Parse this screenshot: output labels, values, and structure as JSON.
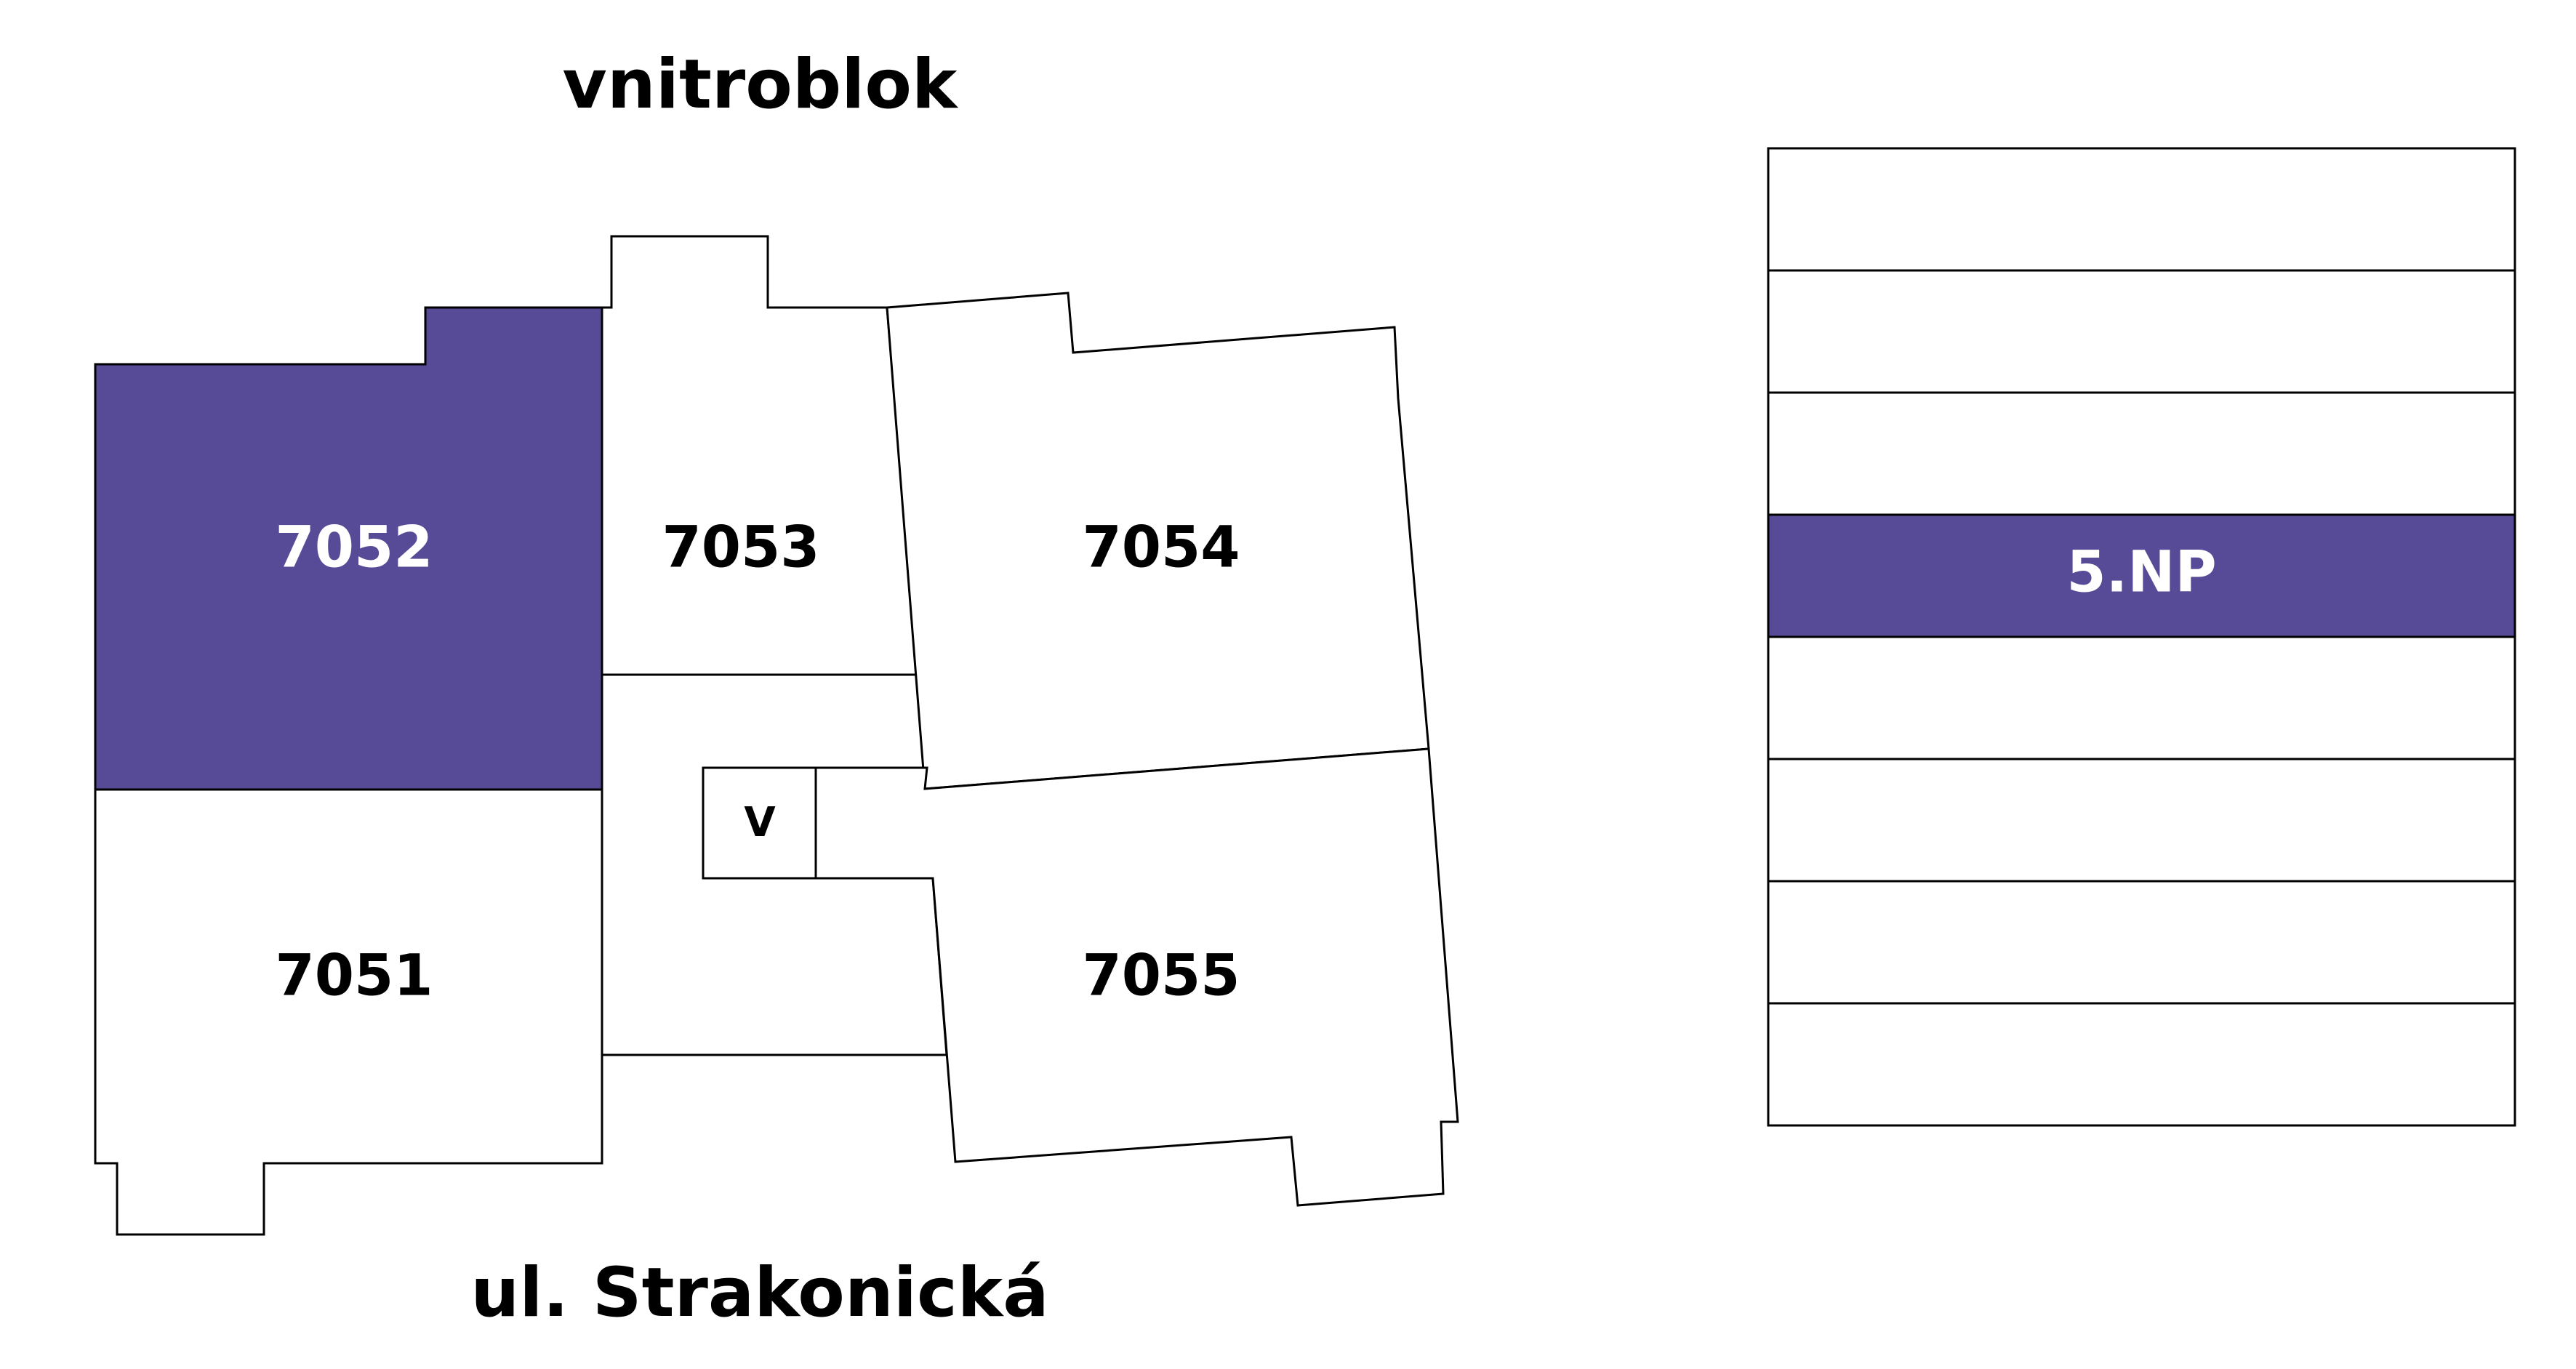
{
  "labels": {
    "top": "vnitroblok",
    "bottom": "ul. Strakonická"
  },
  "colors": {
    "selected": "#574a96",
    "default": "#ffffff",
    "text_dark": "#000000",
    "text_light": "#ffffff"
  },
  "units": [
    {
      "id": "7052",
      "label": "7052",
      "selected": true
    },
    {
      "id": "7053",
      "label": "7053",
      "selected": false
    },
    {
      "id": "7054",
      "label": "7054",
      "selected": false
    },
    {
      "id": "7051",
      "label": "7051",
      "selected": false
    },
    {
      "id": "7055",
      "label": "7055",
      "selected": false
    }
  ],
  "core_label": "V",
  "floors": [
    {
      "label": "",
      "selected": false
    },
    {
      "label": "",
      "selected": false
    },
    {
      "label": "",
      "selected": false
    },
    {
      "label": "5.NP",
      "selected": true
    },
    {
      "label": "",
      "selected": false
    },
    {
      "label": "",
      "selected": false
    },
    {
      "label": "",
      "selected": false
    },
    {
      "label": "",
      "selected": false
    }
  ]
}
